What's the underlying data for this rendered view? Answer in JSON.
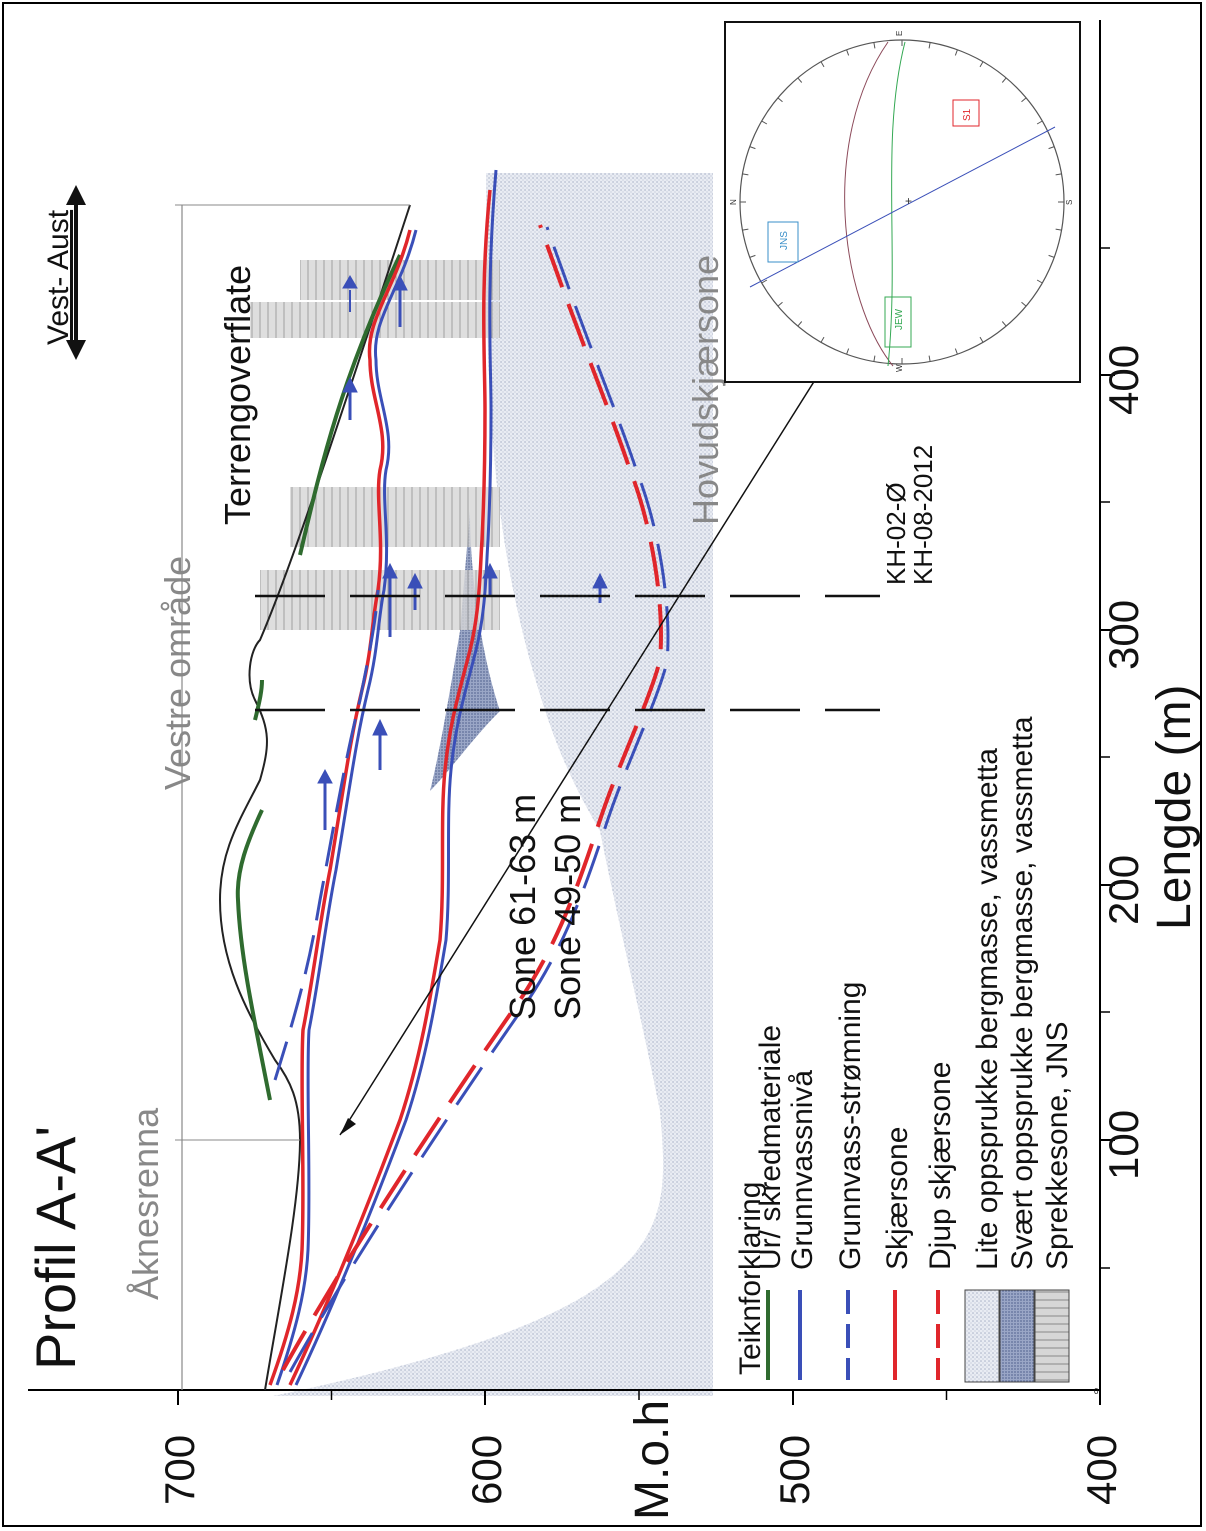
{
  "title": "Profil A-A'",
  "direction": "Vest- Aust",
  "labels": {
    "terrain": "Terrengoverflate",
    "west_area": "Vestre område",
    "aknesrenna": "Åknesrenna",
    "main_shear": "Hovudskjærsone",
    "zone_upper": "Sone 61-63 m",
    "zone_lower": "Sone 49-50 m",
    "borehole_1": "KH-02-Ø",
    "borehole_2": "KH-08-2012"
  },
  "axes": {
    "x_label": "Lengde (m)",
    "y_label": "M.o.h",
    "x_ticks": [
      "100",
      "200",
      "300",
      "400"
    ],
    "y_ticks": [
      "700",
      "600",
      "500",
      "400"
    ],
    "x_origin_label": "0"
  },
  "legend": {
    "title": "Teiknforklaring",
    "items": [
      "Ur/ skredmateriale",
      "Grunnvassnivå",
      "Grunnvass-strømning",
      "Skjærsone",
      "Djup skjærsone",
      "Lite oppsprukke bergmasse, vassmetta",
      "Svært oppsprukke bergmasse, vassmetta",
      "Sprekkesone, JNS"
    ]
  },
  "stereonet": {
    "labels": [
      "S1",
      "JNS",
      "JEW"
    ],
    "compass": [
      "N",
      "E",
      "S",
      "W"
    ]
  },
  "colors": {
    "green": "#2f6b2f",
    "blue": "#3a4fb8",
    "red": "#e0262b",
    "grey": "#8a8a8a",
    "stipple": "#c9cfdc",
    "dense": "#7f8fb3"
  }
}
